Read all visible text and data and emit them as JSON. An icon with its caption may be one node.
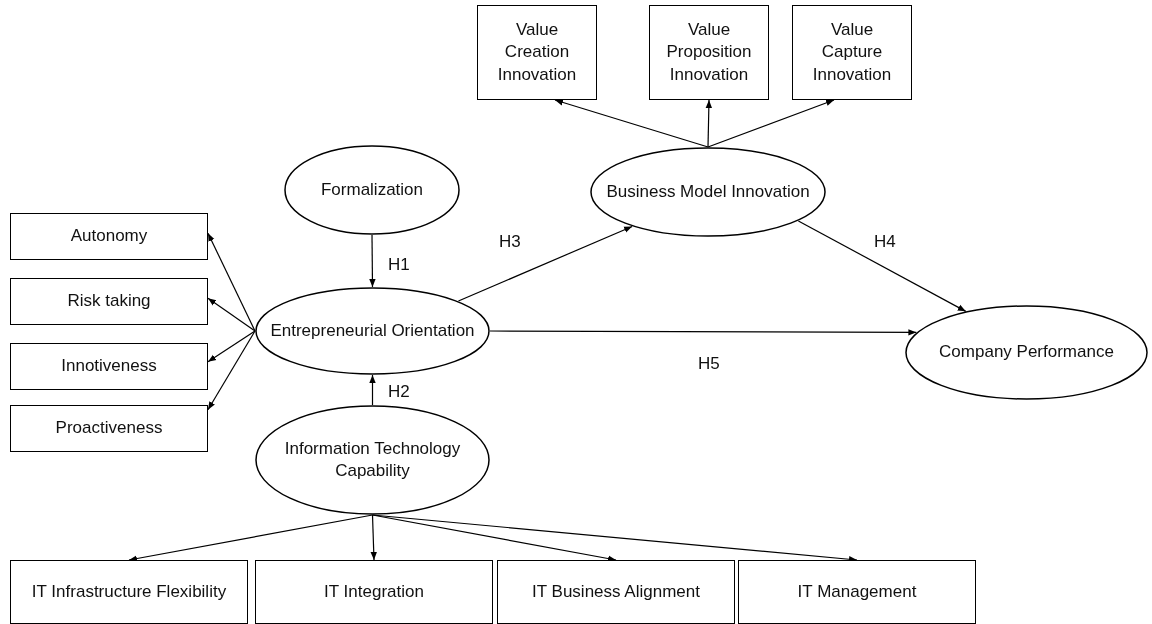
{
  "diagram": {
    "nodes": [
      {
        "text": [
          "Value Creation Innovation"
        ]
      },
      {
        "text": [
          "Value Proposition Innovation"
        ]
      },
      {
        "text": [
          "Value Capture Innovation"
        ]
      },
      {
        "text": [
          "Formalization"
        ]
      },
      {
        "text": [
          "Business Model Innovation"
        ]
      },
      {
        "text": [
          "Autonomy"
        ]
      },
      {
        "text": [
          "Risk taking"
        ]
      },
      {
        "text": [
          "Innotiveness"
        ]
      },
      {
        "text": [
          "Proactiveness"
        ]
      },
      {
        "text": [
          "Entrepreneurial Orientation"
        ]
      },
      {
        "text": [
          "Company Performance"
        ]
      },
      {
        "text": [
          "Information Technology Capability"
        ]
      },
      {
        "text": [
          "IT Infrastructure Flexibility"
        ]
      },
      {
        "text": [
          "IT Integration"
        ]
      },
      {
        "text": [
          "IT Business Alignment"
        ]
      },
      {
        "text": [
          "IT Management"
        ]
      }
    ],
    "edges": [
      {
        "from": 9,
        "to": 5,
        "arrow": "to"
      },
      {
        "from": 9,
        "to": 6,
        "arrow": "to"
      },
      {
        "from": 9,
        "to": 7,
        "arrow": "to"
      },
      {
        "from": 9,
        "to": 8,
        "arrow": "to"
      },
      {
        "from": 4,
        "to": 0,
        "arrow": "to"
      },
      {
        "from": 4,
        "to": 1,
        "arrow": "to"
      },
      {
        "from": 4,
        "to": 2,
        "arrow": "to"
      },
      {
        "from": 3,
        "to": 9,
        "arrow": "to",
        "label": "H1"
      },
      {
        "from": 9,
        "to": 4,
        "arrow": "to",
        "label": "H3"
      },
      {
        "from": 4,
        "to": 10,
        "arrow": "to",
        "label": "H4"
      },
      {
        "from": 9,
        "to": 10,
        "arrow": "to",
        "label": "H5"
      },
      {
        "from": 11,
        "to": 9,
        "arrow": "to",
        "label": "H2"
      },
      {
        "from": 11,
        "to": 12,
        "arrow": "to"
      },
      {
        "from": 11,
        "to": 13,
        "arrow": "to"
      },
      {
        "from": 11,
        "to": 14,
        "arrow": "to"
      },
      {
        "from": 11,
        "to": 15,
        "arrow": "to"
      }
    ]
  }
}
